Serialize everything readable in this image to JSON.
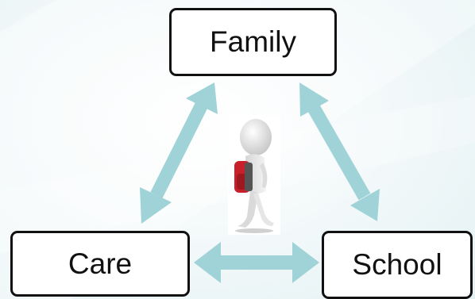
{
  "diagram": {
    "nodes": {
      "family": "Family",
      "care": "Care",
      "school": "School"
    },
    "connections": [
      {
        "from": "Family",
        "to": "Care",
        "style": "double-headed arrow"
      },
      {
        "from": "Family",
        "to": "School",
        "style": "double-headed arrow"
      },
      {
        "from": "Care",
        "to": "School",
        "style": "double-headed arrow"
      }
    ],
    "center_image": "student-with-backpack-figure",
    "colors": {
      "arrow": "#9fd3d8",
      "node_border": "#111111",
      "node_fill": "#ffffff",
      "text": "#111111",
      "backpack": "#c8202a",
      "figure": "#e4e4e4"
    }
  }
}
